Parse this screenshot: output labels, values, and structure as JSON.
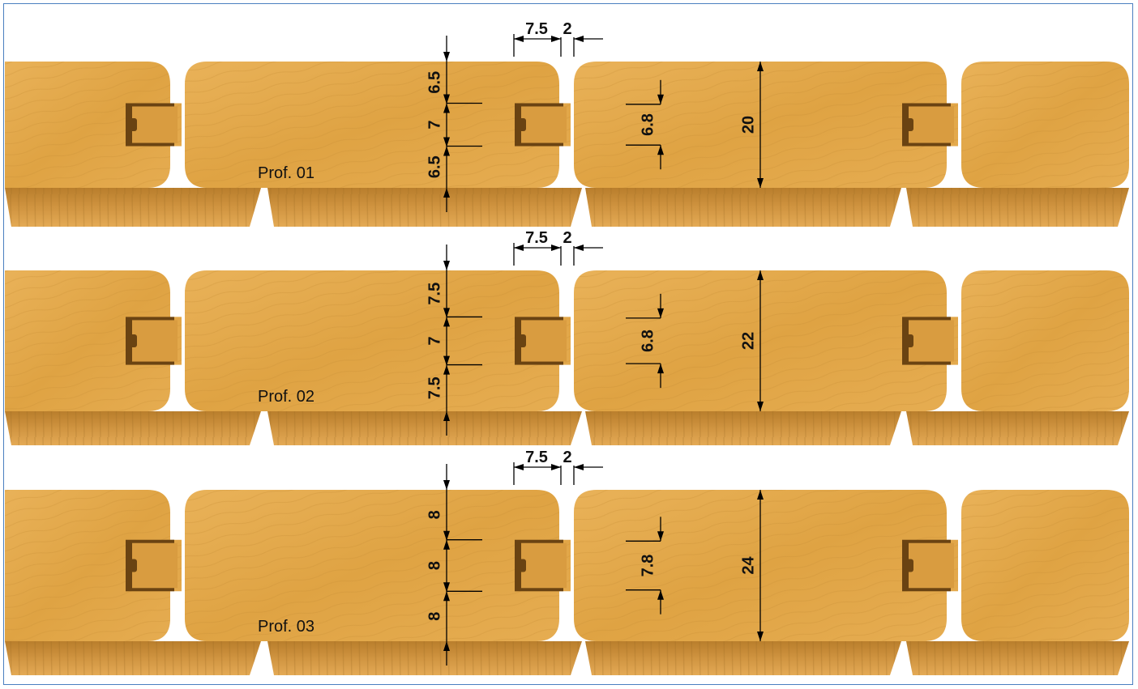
{
  "colors": {
    "wood_face": "#e0a546",
    "wood_face_light": "#eab85e",
    "wood_side": "#c48a34",
    "groove_shadow": "#6a4312",
    "frame": "#4a7fc0",
    "dim_line": "#000000"
  },
  "profiles": [
    {
      "label": "Prof. 01",
      "thickness_total": "20",
      "top_part": "6.5",
      "tongue_part": "7",
      "bottom_part": "6.5",
      "tongue_height": "6.8",
      "tongue_length": "7.5",
      "gap": "2"
    },
    {
      "label": "Prof. 02",
      "thickness_total": "22",
      "top_part": "7.5",
      "tongue_part": "7",
      "bottom_part": "7.5",
      "tongue_height": "6.8",
      "tongue_length": "7.5",
      "gap": "2"
    },
    {
      "label": "Prof. 03",
      "thickness_total": "24",
      "top_part": "8",
      "tongue_part": "8",
      "bottom_part": "8",
      "tongue_height": "7.8",
      "tongue_length": "7.5",
      "gap": "2"
    }
  ]
}
